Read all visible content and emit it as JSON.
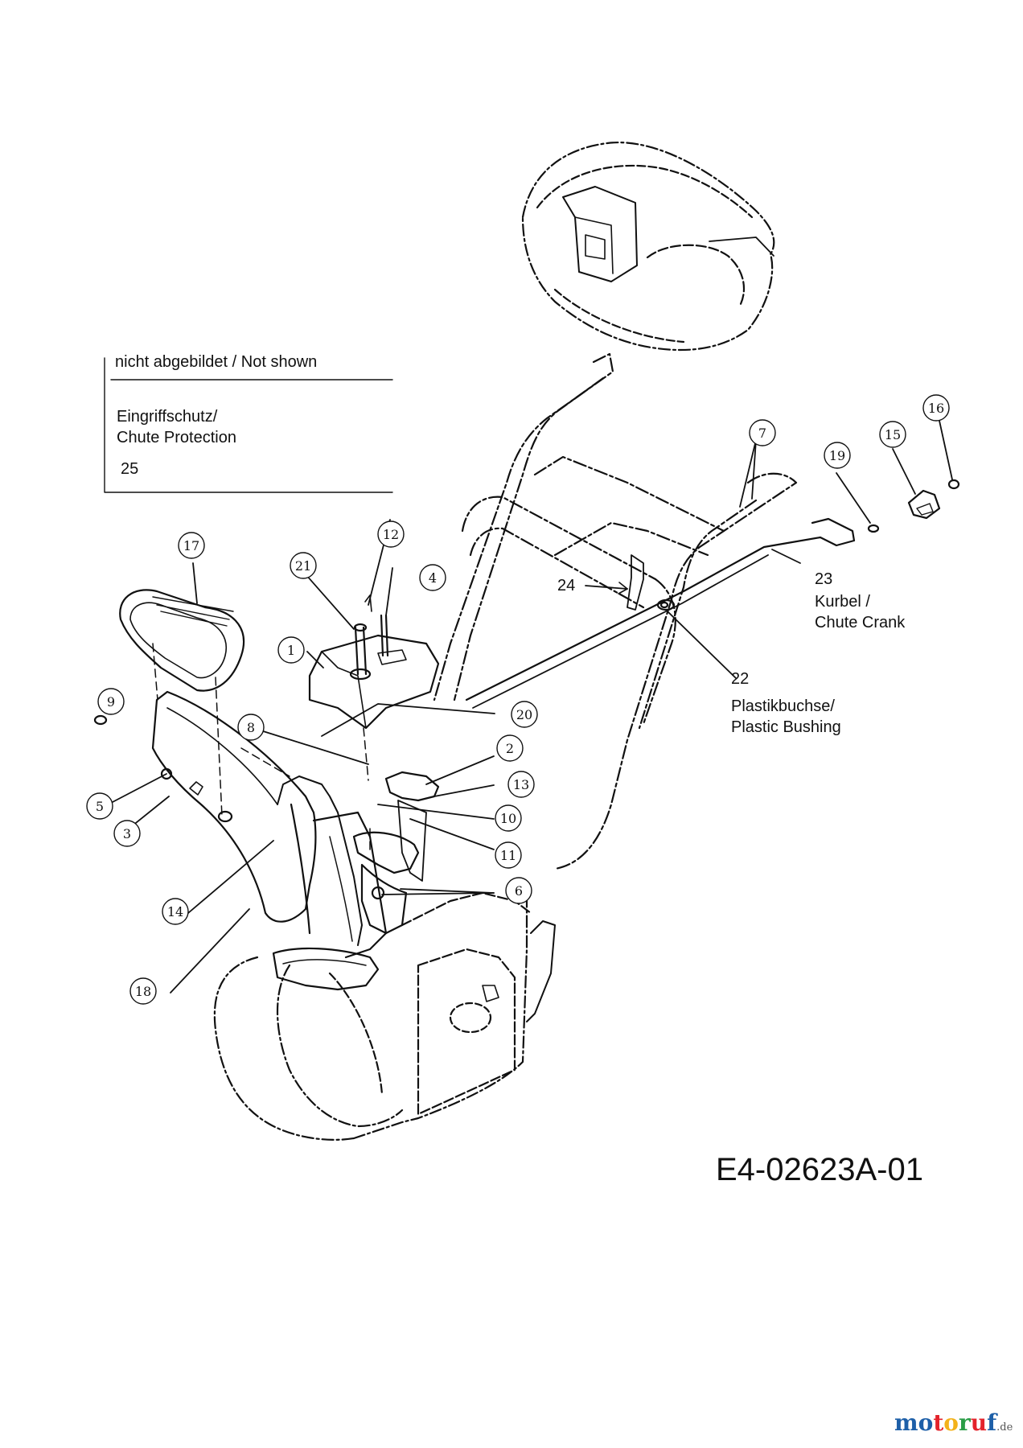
{
  "legend_box": {
    "header": "nicht abgebildet / Not shown",
    "item_line1": "Eingriffschutz/",
    "item_line2": "Chute Protection",
    "item_number": "25"
  },
  "labels": {
    "crank_number": "23",
    "crank_de": "Kurbel /",
    "crank_en": "Chute Crank",
    "bushing_number": "22",
    "bushing_de": "Plastikbuchse/",
    "bushing_en": "Plastic Bushing",
    "rod_number": "24"
  },
  "callouts": [
    "1",
    "2",
    "3",
    "4",
    "5",
    "6",
    "7",
    "8",
    "9",
    "10",
    "11",
    "12",
    "13",
    "14",
    "15",
    "16",
    "17",
    "18",
    "19",
    "20",
    "21"
  ],
  "drawing_code": "E4-02623A-01",
  "brand": {
    "name": "motoruf",
    "tld": ".de",
    "colors": [
      "#1d5fa8",
      "#1d5fa8",
      "#e3232b",
      "#f3b21b",
      "#2a9d46",
      "#e3232b",
      "#1d5fa8"
    ]
  }
}
